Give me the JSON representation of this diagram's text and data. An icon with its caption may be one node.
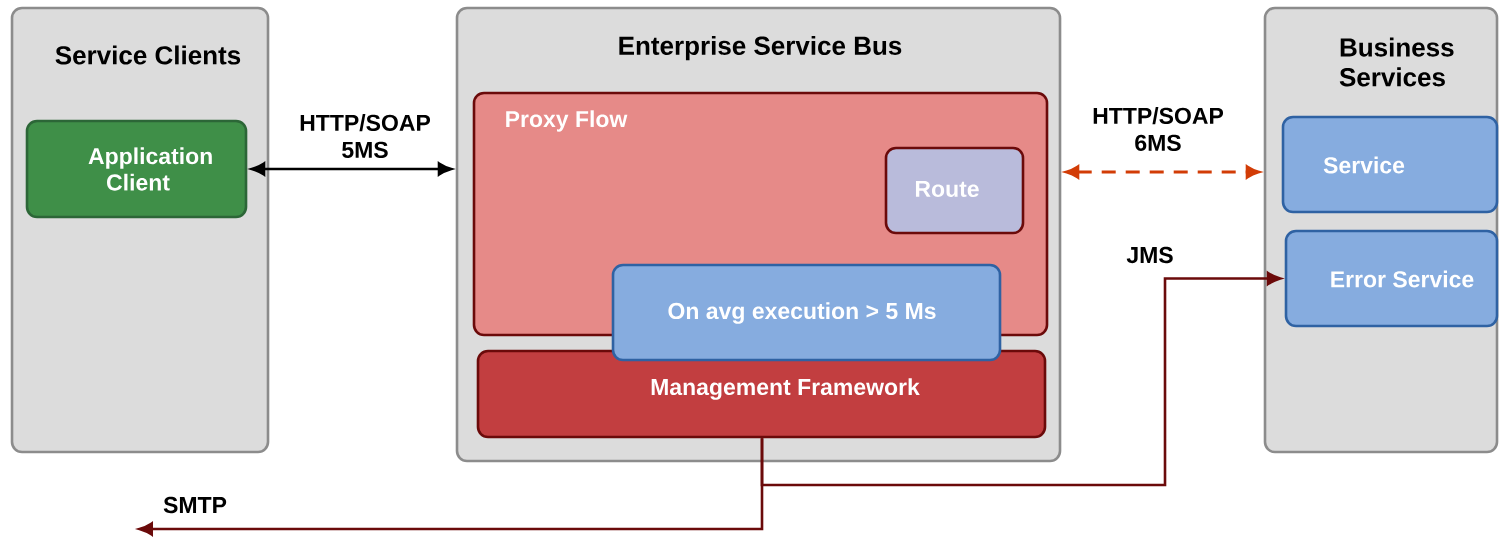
{
  "diagram": {
    "nodes": [
      {
        "text": [
          "Service Clients"
        ]
      },
      {
        "text": [
          "Application Client"
        ],
        "in": 0
      },
      {
        "text": [
          "Enterprise Service Bus"
        ]
      },
      {
        "text": [
          "Proxy Flow"
        ],
        "in": 2
      },
      {
        "text": [
          "Route"
        ],
        "in": 3
      },
      {
        "text": [
          "On avg execution > 5 Ms"
        ],
        "in": 2
      },
      {
        "text": [
          "Management Framework"
        ],
        "in": 2
      },
      {
        "text": [
          "Business Services"
        ]
      },
      {
        "text": [
          "Service"
        ],
        "in": 7
      },
      {
        "text": [
          "Error Service"
        ],
        "in": 7
      }
    ],
    "edges": [
      {
        "from": 1,
        "to": 2,
        "arrow": "both",
        "label": "HTTP/SOAP 5MS",
        "color": "#000000"
      },
      {
        "from": 2,
        "to": 7,
        "arrow": "both",
        "label": "HTTP/SOAP 6MS",
        "style": "dashed",
        "color": "#d23c06"
      },
      {
        "from": 6,
        "to": 9,
        "arrow": "to",
        "label": "JMS",
        "color": "#6b0a0a"
      },
      {
        "from": 6,
        "to": null,
        "arrow": "to",
        "label": "SMTP",
        "color": "#6b0a0a"
      }
    ]
  }
}
